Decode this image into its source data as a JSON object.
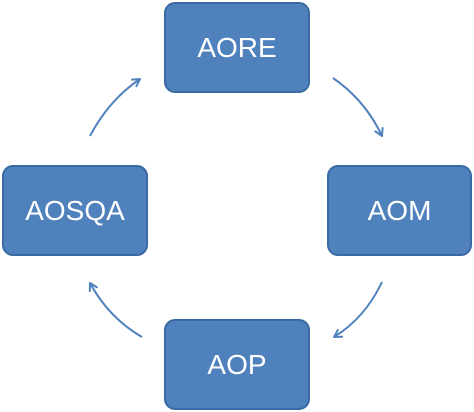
{
  "diagram": {
    "nodes": [
      {
        "id": "top",
        "label": "AORE"
      },
      {
        "id": "right",
        "label": "AOM"
      },
      {
        "id": "bottom",
        "label": "AOP"
      },
      {
        "id": "left",
        "label": "AOSQA"
      }
    ],
    "edges": [
      {
        "from": "AORE",
        "to": "AOM"
      },
      {
        "from": "AOM",
        "to": "AOP"
      },
      {
        "from": "AOP",
        "to": "AOSQA"
      },
      {
        "from": "AOSQA",
        "to": "AORE"
      }
    ],
    "colors": {
      "node_fill": "#4f81bd",
      "node_border": "#3a6aa3",
      "node_text": "#ffffff",
      "arrow": "#4f81bd"
    }
  }
}
